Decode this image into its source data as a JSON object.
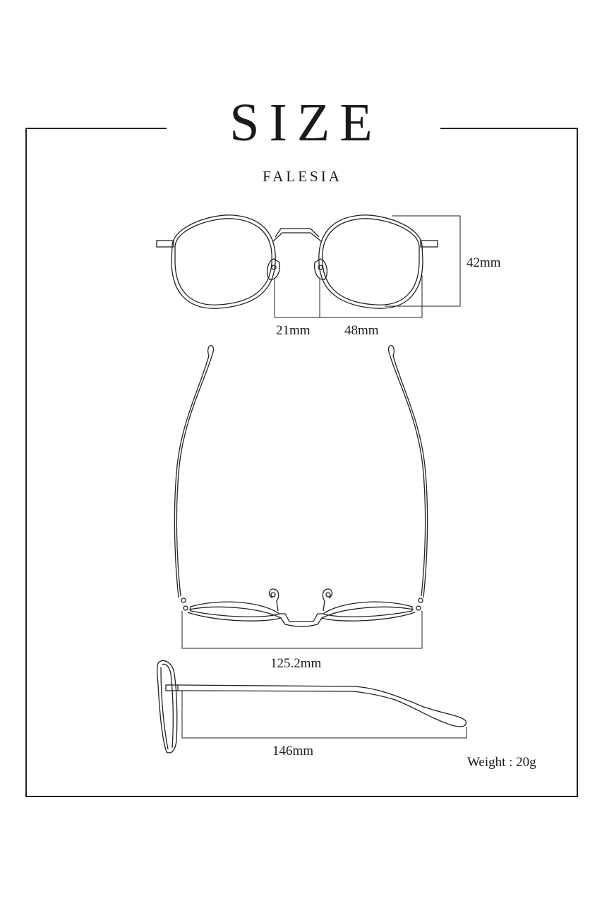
{
  "header": {
    "title": "SIZE",
    "model_name": "FALESIA"
  },
  "front_view": {
    "lens_height": "42mm",
    "bridge_width": "21mm",
    "lens_width": "48mm"
  },
  "top_view": {
    "frame_width": "125.2mm"
  },
  "side_view": {
    "temple_length": "146mm"
  },
  "specs": {
    "weight": "Weight : 20g"
  },
  "colors": {
    "line": "#222222",
    "text": "#1a1a1a",
    "background": "#ffffff"
  }
}
